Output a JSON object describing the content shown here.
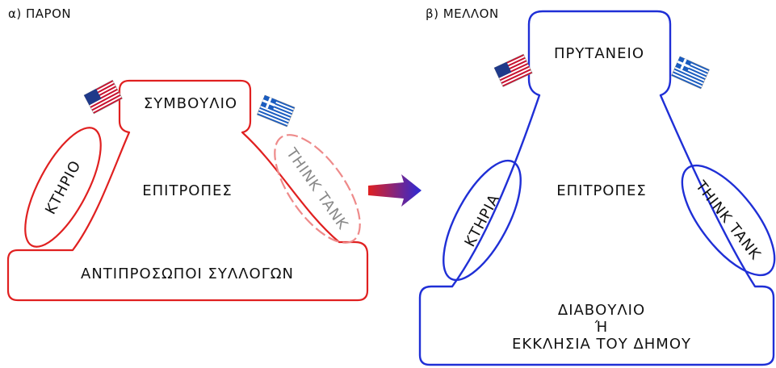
{
  "left": {
    "title": "α) ΠΑΡΟΝ",
    "council": "ΣΥΜΒΟΥΛΙΟ",
    "committees": "ΕΠΙΤΡΟΠΕΣ",
    "building": "ΚΤΗΡΙΟ",
    "think_tank": "THINK TANK",
    "representatives": "ΑΝΤΙΠΡΟΣΩΠΟΙ ΣΥΛΛΟΓΩΝ",
    "color": "#e02020"
  },
  "right": {
    "title": "β) ΜΕΛΛΟΝ",
    "prytaneio": "ΠΡΥΤΑΝΕΙΟ",
    "committees": "ΕΠΙΤΡΟΠΕΣ",
    "buildings": "ΚΤΗΡΙΑ",
    "think_tank": "THINK TANK",
    "assembly_line1": "ΔΙΑΒΟΥΛΙΟ",
    "assembly_line2": "Ή",
    "assembly_line3": "ΕΚΚΛΗΣΙΑ ΤΟΥ ΔΗΜΟΥ",
    "color": "#1f2fd6"
  },
  "icons": {
    "usa_flag": "usa-flag-icon",
    "greek_flag": "greek-flag-icon",
    "transition_arrow": "arrow-right-icon"
  }
}
